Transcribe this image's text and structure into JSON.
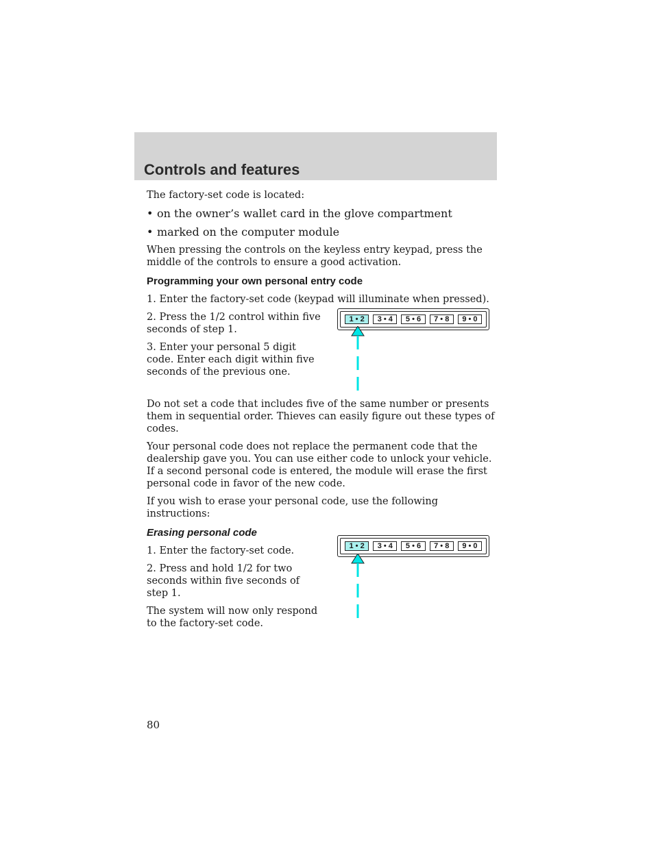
{
  "header": {
    "title": "Controls and features"
  },
  "intro": {
    "located": "The factory-set code is located:",
    "bullet_symbol": "•",
    "bullets": [
      "on the owner’s wallet card in the glove compartment",
      "marked on the computer module"
    ],
    "pressing_note": "When pressing the controls on the keyless entry keypad, press the middle of the controls to ensure a good activation."
  },
  "programming": {
    "heading": "Programming your own personal entry code",
    "step1": "1. Enter the factory-set code (keypad will illuminate when pressed).",
    "step2": "2. Press the 1/2 control within five seconds of step 1.",
    "step3": "3. Enter your personal 5 digit code. Enter each digit within five seconds of the previous one.",
    "warning": "Do not set a code that includes five of the same number or presents them in sequential order. Thieves can easily figure out these types of codes.",
    "replace_note": "Your personal code does not replace the permanent code that the dealership gave you. You can use either code to unlock your vehicle. If a second personal code is entered, the module will erase the first personal code in favor of the new code.",
    "erase_intro": "If you wish to erase your personal code, use the following instructions:"
  },
  "erasing": {
    "heading": "Erasing personal code",
    "step1": "1. Enter the factory-set code.",
    "step2": "2. Press and hold 1/2 for two seconds within five seconds of step 1.",
    "result": "The system will now only respond to the factory-set code."
  },
  "keypad": {
    "keys": [
      "1 • 2",
      "3 • 4",
      "5 • 6",
      "7 • 8",
      "9 • 0"
    ],
    "highlight_color": "#aaf0ee",
    "pointer_color": "#00e5e5"
  },
  "page_number": "80"
}
